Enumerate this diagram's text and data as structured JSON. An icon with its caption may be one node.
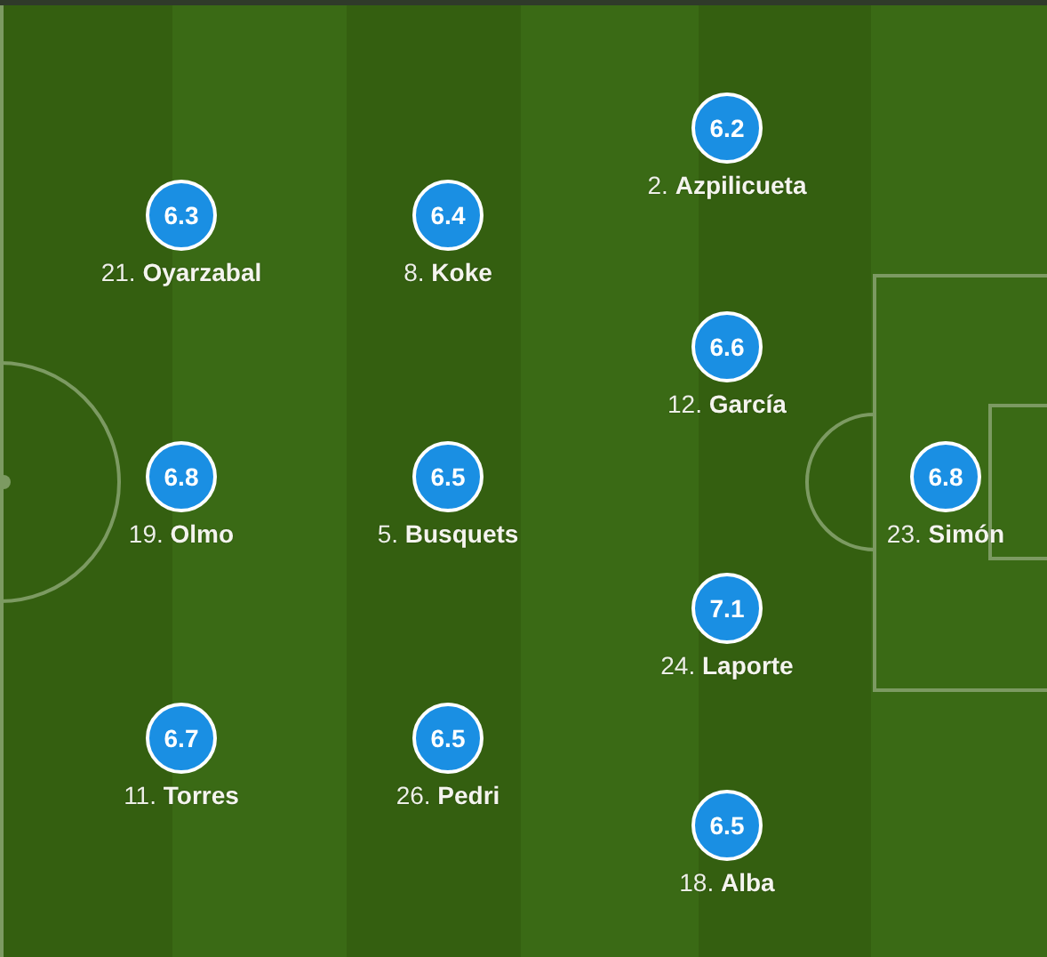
{
  "diagram": {
    "nodes": [
      {
        "text": [
          "6.2"
        ],
        "beside": [
          "2. **Azpilicueta**"
        ]
      },
      {
        "text": [
          "6.3"
        ],
        "beside": [
          "21. **Oyarzabal**"
        ]
      },
      {
        "text": [
          "6.4"
        ],
        "beside": [
          "8. **Koke**"
        ]
      },
      {
        "text": [
          "6.6"
        ],
        "beside": [
          "12. **García**"
        ]
      },
      {
        "text": [
          "6.8"
        ],
        "beside": [
          "19. **Olmo**"
        ]
      },
      {
        "text": [
          "6.5"
        ],
        "beside": [
          "5. **Busquets**"
        ]
      },
      {
        "text": [
          "6.8"
        ],
        "beside": [
          "23. **Simón**"
        ]
      },
      {
        "text": [
          "7.1"
        ],
        "beside": [
          "24. **Laporte**"
        ]
      },
      {
        "text": [
          "6.7"
        ],
        "beside": [
          "11. **Torres**"
        ]
      },
      {
        "text": [
          "6.5"
        ],
        "beside": [
          "26. **Pedri**"
        ]
      },
      {
        "text": [
          "6.5"
        ],
        "beside": [
          "18. **Alba**"
        ]
      }
    ]
  }
}
